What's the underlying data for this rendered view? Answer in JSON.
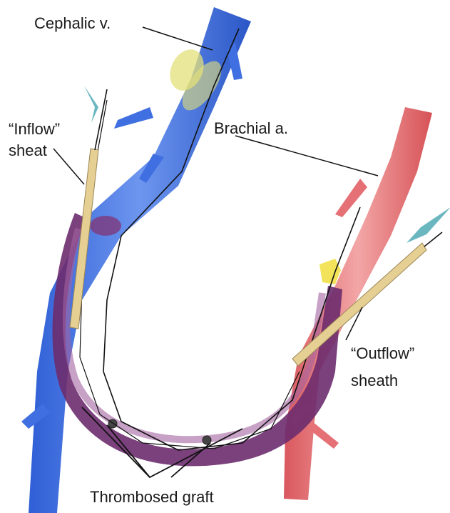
{
  "labels": {
    "cephalic": "Cephalic v.",
    "inflow_line1": "“Inflow”",
    "inflow_line2": "sheat",
    "brachial": "Brachial a.",
    "outflow_line1": "“Outflow”",
    "outflow_line2": "sheath",
    "graft": "Thrombosed graft"
  },
  "colors": {
    "vein": "#3b6fe0",
    "vein_light": "#7fa4f2",
    "artery": "#e8767a",
    "artery_light": "#f6b3b3",
    "graft": "#6d2c6e",
    "graft_light": "#9a4f95",
    "sheath": "#e6cf93",
    "arrow": "#6bb7c0",
    "clot": "#f2e35a"
  }
}
